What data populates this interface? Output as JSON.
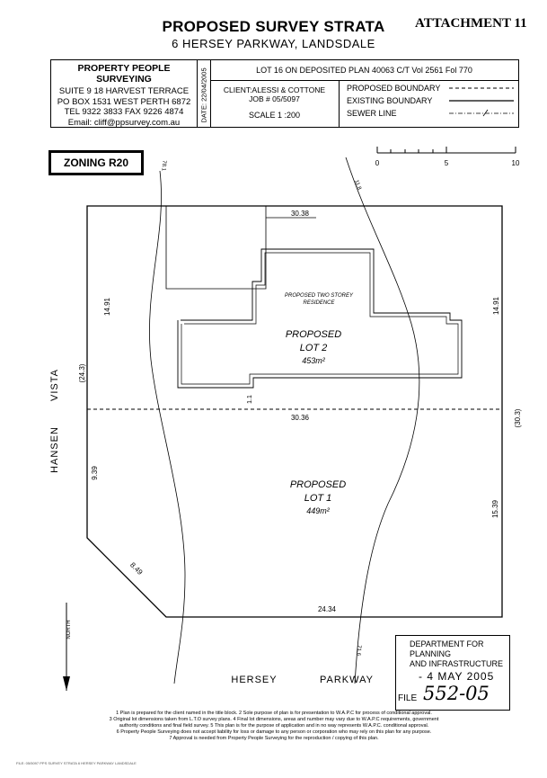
{
  "header": {
    "title": "PROPOSED SURVEY STRATA",
    "subtitle": "6 HERSEY PARKWAY, LANDSDALE",
    "attachment": "ATTACHMENT 11"
  },
  "title_block": {
    "firm_name": "PROPERTY PEOPLE SURVEYING",
    "address_lines": [
      "SUITE 9 18 HARVEST TERRACE",
      "PO BOX 1531 WEST PERTH 6872",
      "TEL 9322 3833   FAX 9226 4874",
      "Email: cliff@ppsurvey.com.au"
    ],
    "date": "DATE: 22/04/2005",
    "lot_info": "LOT 16 ON DEPOSITED PLAN 40063   C/T Vol 2561  Fol 770",
    "client": "CLIENT:ALESSI & COTTONE",
    "job": "JOB # 05/5097",
    "scale": "SCALE 1 :200",
    "legend": [
      "PROPOSED BOUNDARY",
      "EXISTING BOUNDARY",
      "SEWER LINE"
    ]
  },
  "zoning": "ZONING R20",
  "scale_bar": {
    "labels": [
      "0",
      "5",
      "10"
    ]
  },
  "plan": {
    "lot2_title": "PROPOSED",
    "lot2_name": "LOT 2",
    "lot2_area": "453m²",
    "lot1_title": "PROPOSED",
    "lot1_name": "LOT 1",
    "lot1_area": "449m²",
    "residence": [
      "PROPOSED TWO STOREY",
      "RESIDENCE"
    ],
    "dims": {
      "top": "30.38",
      "middle": "30.36",
      "bottom": "24.34",
      "left_upper": "14.91",
      "left_lower": "9.39",
      "left_diag": "8.49",
      "left_road": "(24.3)",
      "right_upper": "14.91",
      "right_lower": "15.39",
      "right_road": "(30.3)",
      "setback": "1.1",
      "contour_top_left": "78.1",
      "contour_top_right": "11.8",
      "contour_bottom": "71.6"
    },
    "streets": {
      "left_a": "HANSEN",
      "left_b": "VISTA",
      "bottom_a": "HERSEY",
      "bottom_b": "PARKWAY"
    },
    "north": "NORTH"
  },
  "stamp": {
    "dept_line1": "DEPARTMENT FOR PLANNING",
    "dept_line2": "AND INFRASTRUCTURE",
    "date": "- 4 MAY 2005",
    "file_label": "FILE",
    "file_no": "552-05"
  },
  "notes": [
    "1 Plan is prepared for the client named in the title block.  2 Sole purpose of plan is for presentation to W.A.P.C for process of conditional approval.",
    "3 Original lot dimensions taken from L.T.O survey plans. 4 Final lot dimensions, areas and number may vary due to W.A.P.C requirements, government",
    "authority conditions and final field survey.  5 This plan is for the purpose of application and in no way represents W.A.P.C. conditional approval.",
    "6 Property People Surveying does not accept liability for loss or damage to any person or corporation who may rely on this plan for any purpose.",
    "7 Approval is needed from Property People Surveying for the reproduction / copying of this plan."
  ],
  "footnote": "FILE: 05/5097 PPS SURVEY STRATA 6 HERSEY PARKWAY LANDSDALE"
}
